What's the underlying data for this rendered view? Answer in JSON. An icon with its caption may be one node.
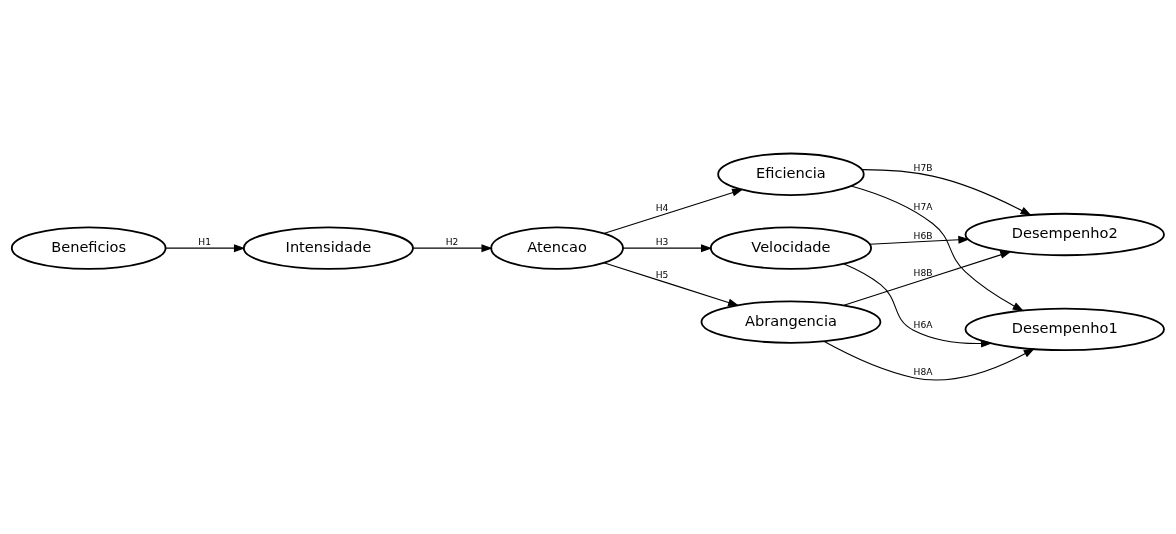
{
  "diagram": {
    "nodes": [
      {
        "text": [
          "Beneficios"
        ]
      },
      {
        "text": [
          "Intensidade"
        ]
      },
      {
        "text": [
          "Atencao"
        ]
      },
      {
        "text": [
          "Velocidade"
        ]
      },
      {
        "text": [
          "Eficiencia"
        ]
      },
      {
        "text": [
          "Abrangencia"
        ]
      },
      {
        "text": [
          "Desempenho1"
        ]
      },
      {
        "text": [
          "Desempenho2"
        ]
      }
    ],
    "edges": [
      {
        "from": 0,
        "to": 1,
        "arrow": "to",
        "label": "H1"
      },
      {
        "from": 1,
        "to": 2,
        "arrow": "to",
        "label": "H2"
      },
      {
        "from": 2,
        "to": 3,
        "arrow": "to",
        "label": "H3"
      },
      {
        "from": 2,
        "to": 4,
        "arrow": "to",
        "label": "H4"
      },
      {
        "from": 2,
        "to": 5,
        "arrow": "to",
        "label": "H5"
      },
      {
        "from": 3,
        "to": 6,
        "arrow": "to",
        "label": "H6A"
      },
      {
        "from": 3,
        "to": 7,
        "arrow": "to",
        "label": "H6B"
      },
      {
        "from": 4,
        "to": 6,
        "arrow": "to",
        "label": "H7A"
      },
      {
        "from": 4,
        "to": 7,
        "arrow": "to",
        "label": "H7B"
      },
      {
        "from": 5,
        "to": 6,
        "arrow": "to",
        "label": "H8A"
      },
      {
        "from": 5,
        "to": 7,
        "arrow": "to",
        "label": "H8B"
      }
    ]
  }
}
